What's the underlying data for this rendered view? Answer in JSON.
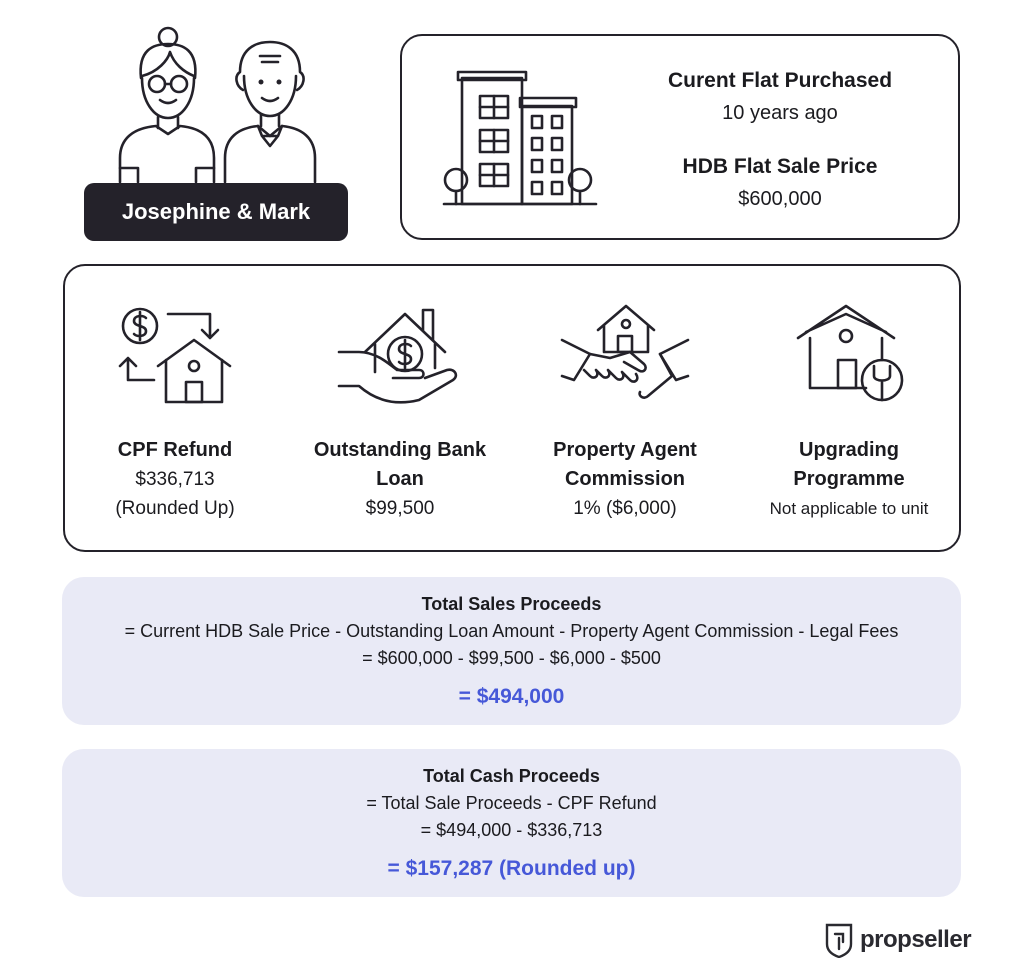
{
  "couple": {
    "name": "Josephine & Mark",
    "icon": "elderly-couple-icon"
  },
  "flat": {
    "purchased_label": "Curent Flat Purchased",
    "purchased_value": "10 years ago",
    "price_label": "HDB Flat Sale Price",
    "price_value": "$600,000",
    "icon": "building-icon"
  },
  "items": [
    {
      "label": "CPF Refund",
      "value": "$336,713",
      "value2": "(Rounded Up)",
      "icon": "cpf-refund-icon"
    },
    {
      "label": "Outstanding Bank Loan",
      "value": "$99,500",
      "icon": "hand-house-dollar-icon"
    },
    {
      "label": "Property Agent Commission",
      "value": "1% ($6,000)",
      "icon": "handshake-house-icon"
    },
    {
      "label": "Upgrading Programme",
      "value": "Not applicable to unit",
      "icon": "house-wrench-icon"
    }
  ],
  "sales": {
    "title": "Total Sales Proceeds",
    "formula": "= Current HDB Sale Price - Outstanding Loan Amount - Property Agent Commission - Legal Fees",
    "numbers": "= $600,000 - $99,500 - $6,000 - $500",
    "result": "= $494,000"
  },
  "cash": {
    "title": "Total Cash Proceeds",
    "formula": "= Total Sale Proceeds - CPF Refund",
    "numbers": "= $494,000 - $336,713",
    "result": "= $157,287 (Rounded up)"
  },
  "logo": {
    "text": "propseller",
    "icon": "propseller-shield-icon"
  },
  "colors": {
    "accent": "#4658d8",
    "dark": "#24222a",
    "panel": "#e9eaf6"
  }
}
